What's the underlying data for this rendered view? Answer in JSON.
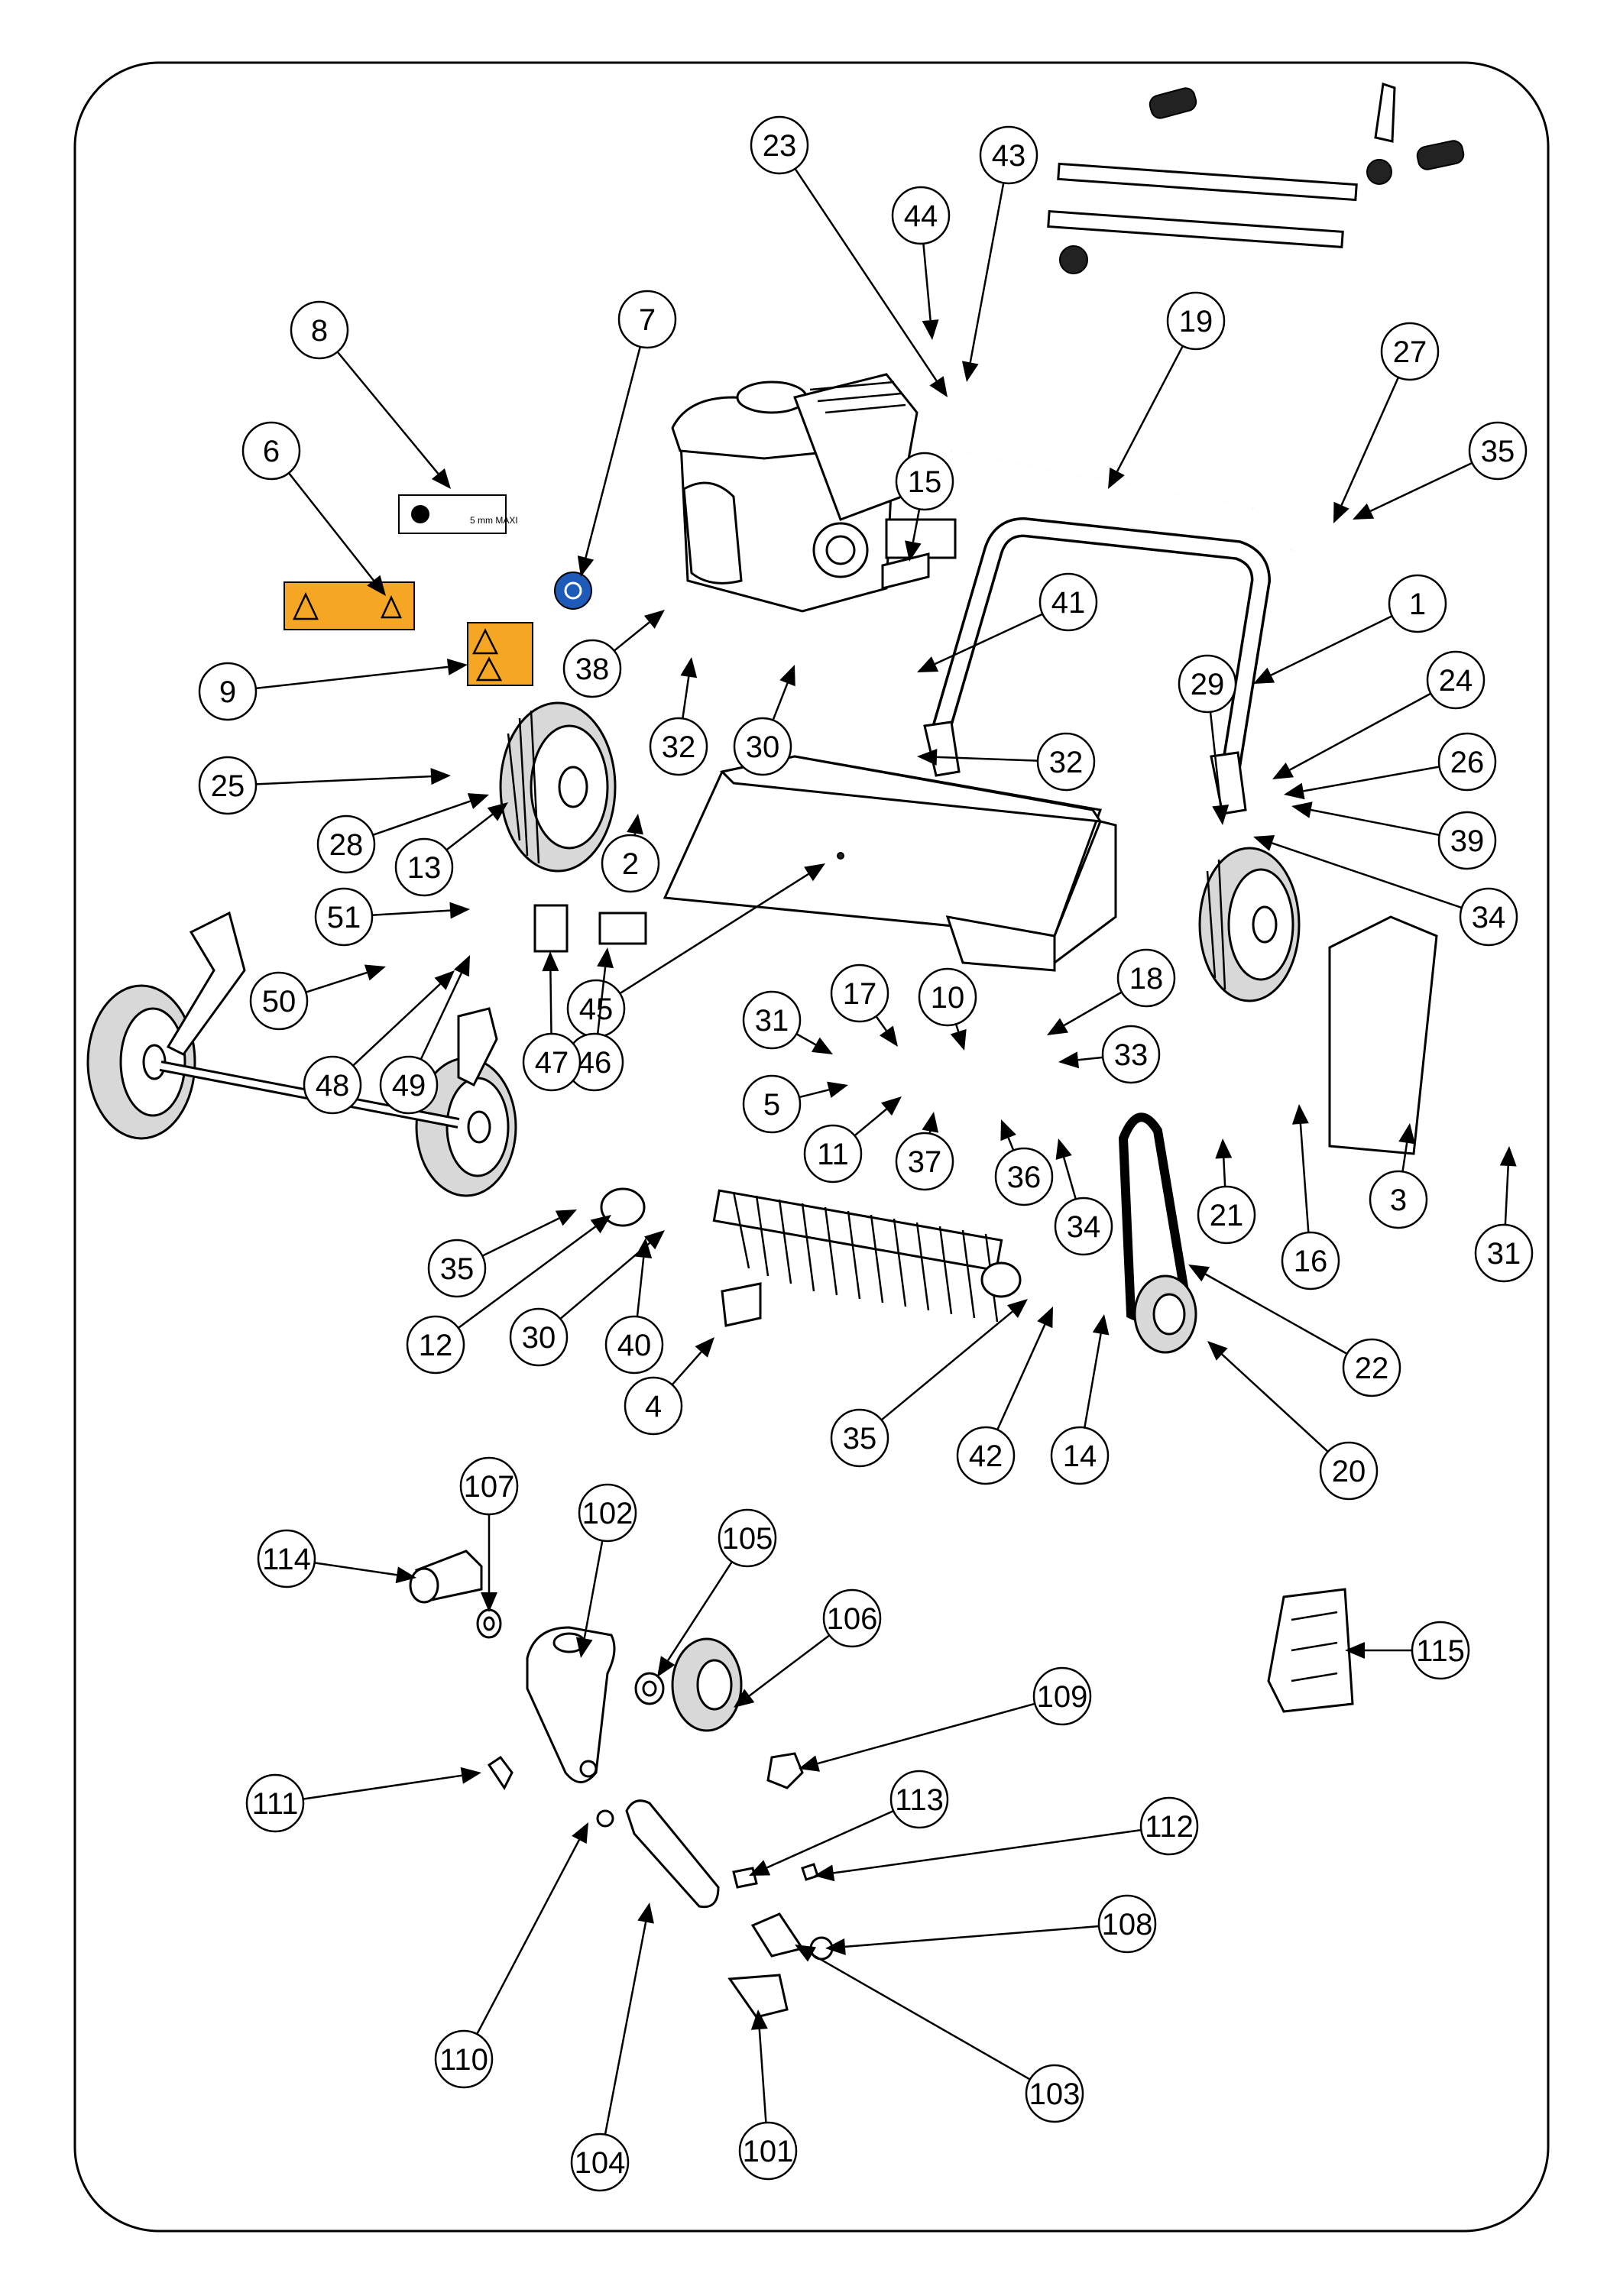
{
  "diagram": {
    "callouts": [
      {
        "id": "1",
        "label": "1"
      },
      {
        "id": "2",
        "label": "2"
      },
      {
        "id": "3",
        "label": "3"
      },
      {
        "id": "4",
        "label": "4"
      },
      {
        "id": "5",
        "label": "5"
      },
      {
        "id": "6",
        "label": "6"
      },
      {
        "id": "7",
        "label": "7"
      },
      {
        "id": "8",
        "label": "8"
      },
      {
        "id": "9",
        "label": "9"
      },
      {
        "id": "10",
        "label": "10"
      },
      {
        "id": "11",
        "label": "11"
      },
      {
        "id": "12",
        "label": "12"
      },
      {
        "id": "13",
        "label": "13"
      },
      {
        "id": "14",
        "label": "14"
      },
      {
        "id": "15",
        "label": "15"
      },
      {
        "id": "16",
        "label": "16"
      },
      {
        "id": "17",
        "label": "17"
      },
      {
        "id": "18",
        "label": "18"
      },
      {
        "id": "19",
        "label": "19"
      },
      {
        "id": "20",
        "label": "20"
      },
      {
        "id": "21",
        "label": "21"
      },
      {
        "id": "22",
        "label": "22"
      },
      {
        "id": "23",
        "label": "23"
      },
      {
        "id": "24",
        "label": "24"
      },
      {
        "id": "25",
        "label": "25"
      },
      {
        "id": "26",
        "label": "26"
      },
      {
        "id": "27",
        "label": "27"
      },
      {
        "id": "28",
        "label": "28"
      },
      {
        "id": "29",
        "label": "29"
      },
      {
        "id": "30a",
        "label": "30"
      },
      {
        "id": "30b",
        "label": "30"
      },
      {
        "id": "31a",
        "label": "31"
      },
      {
        "id": "31b",
        "label": "31"
      },
      {
        "id": "32a",
        "label": "32"
      },
      {
        "id": "32b",
        "label": "32"
      },
      {
        "id": "33",
        "label": "33"
      },
      {
        "id": "34a",
        "label": "34"
      },
      {
        "id": "34b",
        "label": "34"
      },
      {
        "id": "35a",
        "label": "35"
      },
      {
        "id": "35b",
        "label": "35"
      },
      {
        "id": "35c",
        "label": "35"
      },
      {
        "id": "36",
        "label": "36"
      },
      {
        "id": "37",
        "label": "37"
      },
      {
        "id": "38",
        "label": "38"
      },
      {
        "id": "39",
        "label": "39"
      },
      {
        "id": "40",
        "label": "40"
      },
      {
        "id": "41",
        "label": "41"
      },
      {
        "id": "42",
        "label": "42"
      },
      {
        "id": "43",
        "label": "43"
      },
      {
        "id": "44",
        "label": "44"
      },
      {
        "id": "45",
        "label": "45"
      },
      {
        "id": "46",
        "label": "46"
      },
      {
        "id": "47",
        "label": "47"
      },
      {
        "id": "48",
        "label": "48"
      },
      {
        "id": "49",
        "label": "49"
      },
      {
        "id": "50",
        "label": "50"
      },
      {
        "id": "51",
        "label": "51"
      },
      {
        "id": "101",
        "label": "101"
      },
      {
        "id": "102",
        "label": "102"
      },
      {
        "id": "103",
        "label": "103"
      },
      {
        "id": "104",
        "label": "104"
      },
      {
        "id": "105",
        "label": "105"
      },
      {
        "id": "106",
        "label": "106"
      },
      {
        "id": "107",
        "label": "107"
      },
      {
        "id": "108",
        "label": "108"
      },
      {
        "id": "109",
        "label": "109"
      },
      {
        "id": "110",
        "label": "110"
      },
      {
        "id": "111",
        "label": "111"
      },
      {
        "id": "112",
        "label": "112"
      },
      {
        "id": "113",
        "label": "113"
      },
      {
        "id": "114",
        "label": "114"
      },
      {
        "id": "115",
        "label": "115"
      }
    ],
    "decal_8_text": "5 mm MAXI",
    "colors": {
      "warning": "#f5a623",
      "info": "#1e5bb8",
      "line": "#000000"
    }
  }
}
